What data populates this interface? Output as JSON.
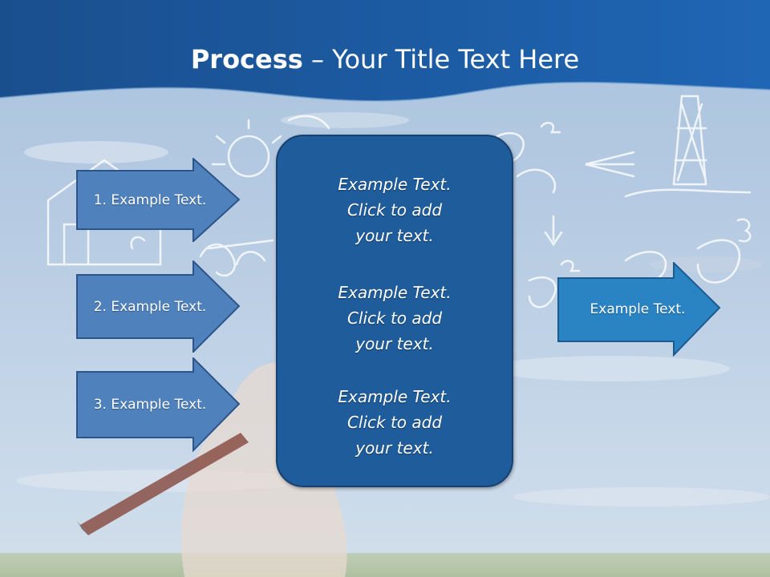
{
  "slide": {
    "title_bold": "Process",
    "title_rest": " – Your Title Text Here",
    "left_items": [
      {
        "label": "1. Example Text."
      },
      {
        "label": "2. Example Text."
      },
      {
        "label": "3. Example Text."
      }
    ],
    "center_paragraphs": [
      "Example Text.\nClick  to add\nyour text.",
      "Example Text.\nClick  to add\nyour text.",
      "Example Text.\nClick  to add\nyour text."
    ],
    "right_item": {
      "label": "Example Text."
    }
  },
  "colors": {
    "title_band": "#1b5aa0",
    "left_arrow_fill": "#4f82bd",
    "center_box_fill": "#1f5c9c",
    "right_arrow_fill": "#2a83c3",
    "sky": "#b9cde3"
  },
  "background_image": "hand-drawing-sketches-on-sky"
}
